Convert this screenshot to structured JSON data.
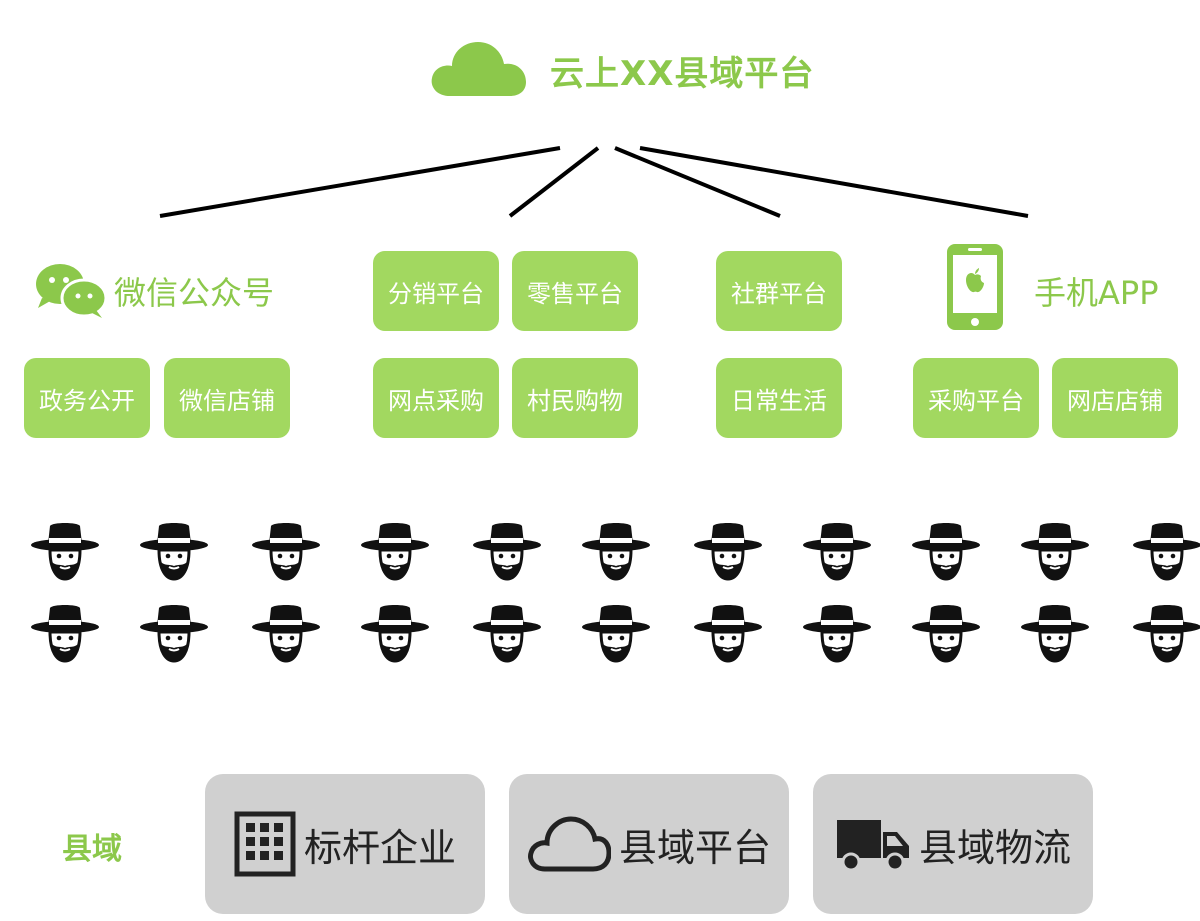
{
  "platform": {
    "title": "云上XX县域平台",
    "icon": "cloud-icon",
    "color": "#8cc84b"
  },
  "channels": {
    "wechat": {
      "label": "微信公众号",
      "icon": "wechat-icon",
      "buttons": [
        "政务公开",
        "微信店铺"
      ]
    },
    "retail": {
      "buttons_top": [
        "分销平台",
        "零售平台"
      ],
      "buttons_bottom": [
        "网点采购",
        "村民购物"
      ]
    },
    "community": {
      "buttons_top": [
        "社群平台"
      ],
      "buttons_bottom": [
        "日常生活"
      ]
    },
    "app": {
      "label": "手机APP",
      "icon": "phone-icon",
      "buttons": [
        "采购平台",
        "网店店铺"
      ]
    }
  },
  "county": {
    "label": "县域",
    "items": [
      {
        "label": "标杆企业",
        "icon": "building-icon"
      },
      {
        "label": "县域平台",
        "icon": "cloud-outline-icon"
      },
      {
        "label": "县域物流",
        "icon": "truck-icon"
      }
    ]
  },
  "colors": {
    "accent": "#8cc84b",
    "button": "#a2d860",
    "panel": "#d0d0d0"
  }
}
